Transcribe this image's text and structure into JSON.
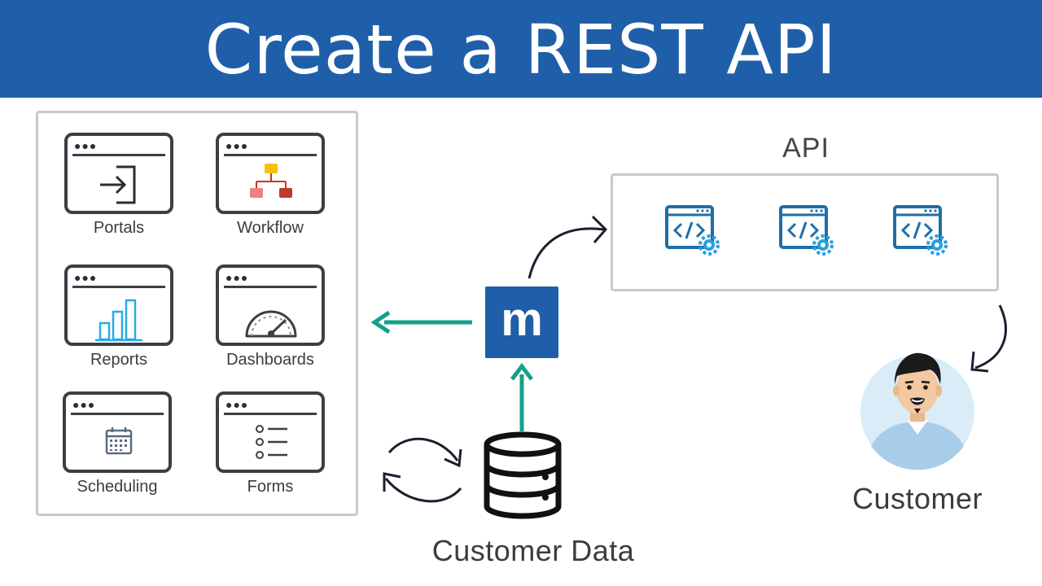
{
  "header": {
    "title": "Create a REST API"
  },
  "apps": {
    "portals": {
      "label": "Portals"
    },
    "workflow": {
      "label": "Workflow"
    },
    "reports": {
      "label": "Reports"
    },
    "dashboards": {
      "label": "Dashboards"
    },
    "scheduling": {
      "label": "Scheduling"
    },
    "forms": {
      "label": "Forms"
    }
  },
  "api": {
    "label": "API"
  },
  "logo": {
    "letter": "m"
  },
  "database": {
    "label": "Customer Data"
  },
  "customer": {
    "label": "Customer"
  },
  "colors": {
    "banner": "#1f5faa",
    "accent_teal": "#14a08a",
    "api_blue": "#1e6ea8",
    "gear_blue": "#2a9fe0",
    "workflow_yellow": "#f5c400",
    "workflow_red": "#c0392b",
    "workflow_pink": "#f08080",
    "reports_cyan": "#29abe2"
  }
}
